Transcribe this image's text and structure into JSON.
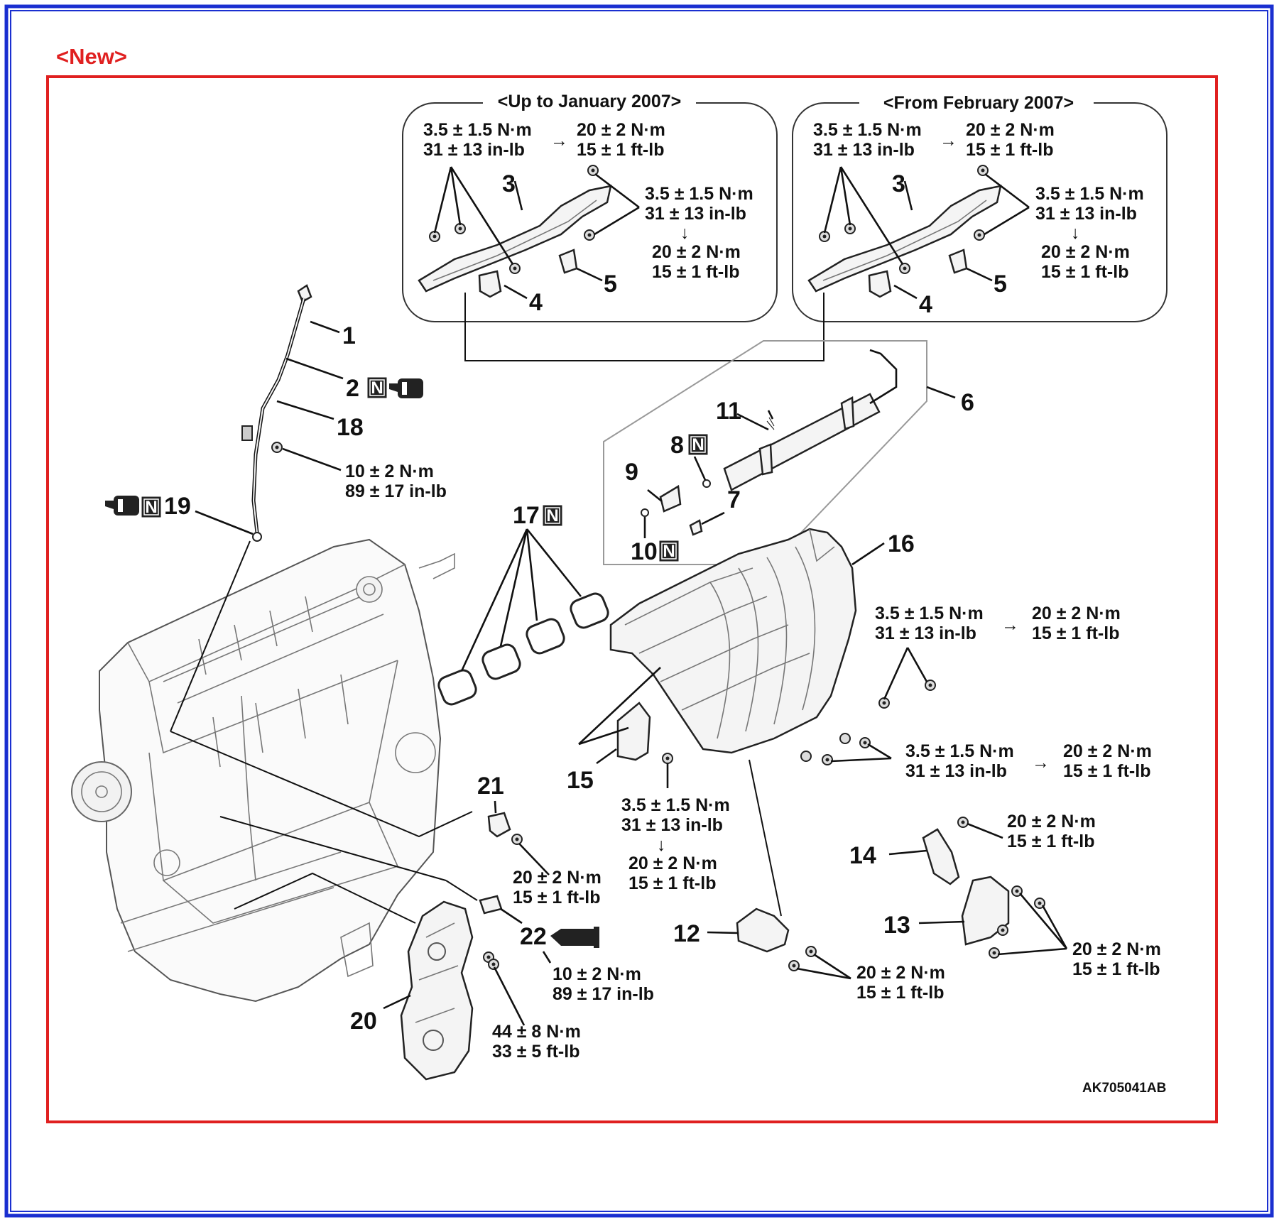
{
  "new_tag": "<New>",
  "figure_code": "AK705041AB",
  "insets": {
    "up_to": {
      "header": "<Up to January 2007>",
      "torque_a_1": "3.5 ± 1.5 N·m",
      "torque_a_2": "31 ± 13 in-lb",
      "torque_b_1": "20 ± 2 N·m",
      "torque_b_2": "15 ± 1 ft-lb",
      "torque_c_1": "3.5 ± 1.5 N·m",
      "torque_c_2": "31 ± 13 in-lb",
      "torque_d_1": "20 ± 2 N·m",
      "torque_d_2": "15 ± 1 ft-lb"
    },
    "from": {
      "header": "<From February 2007>",
      "torque_a_1": "3.5 ± 1.5 N·m",
      "torque_a_2": "31 ± 13 in-lb",
      "torque_b_1": "20 ± 2 N·m",
      "torque_b_2": "15 ± 1 ft-lb",
      "torque_c_1": "3.5 ± 1.5 N·m",
      "torque_c_2": "31 ± 13 in-lb",
      "torque_d_1": "20 ± 2 N·m",
      "torque_d_2": "15 ± 1 ft-lb"
    }
  },
  "arrow_symbol": "→",
  "down_arrow_symbol": "↓",
  "new_part_mark": "N",
  "callouts": {
    "n1": "1",
    "n2": "2",
    "n3": "3",
    "n4": "4",
    "n5": "5",
    "n6": "6",
    "n7": "7",
    "n8": "8",
    "n9": "9",
    "n10": "10",
    "n11": "11",
    "n12": "12",
    "n13": "13",
    "n14": "14",
    "n15": "15",
    "n16": "16",
    "n17": "17",
    "n18": "18",
    "n19": "19",
    "n20": "20",
    "n21": "21",
    "n22": "22"
  },
  "torques": {
    "dipstick_1": "10 ± 2 N·m",
    "dipstick_2": "89 ± 17 in-lb",
    "manifold_top_a1": "3.5 ± 1.5 N·m",
    "manifold_top_a2": "31 ± 13 in-lb",
    "manifold_top_b1": "20 ± 2 N·m",
    "manifold_top_b2": "15 ± 1 ft-lb",
    "manifold_mid_a1": "3.5 ± 1.5 N·m",
    "manifold_mid_a2": "31 ± 13 in-lb",
    "manifold_mid_b1": "20 ± 2 N·m",
    "manifold_mid_b2": "15 ± 1 ft-lb",
    "bracket15_a1": "3.5 ± 1.5 N·m",
    "bracket15_a2": "31 ± 13 in-lb",
    "bracket15_b1": "20 ± 2 N·m",
    "bracket15_b2": "15 ± 1 ft-lb",
    "p14_1": "20 ± 2 N·m",
    "p14_2": "15 ± 1 ft-lb",
    "p13_1": "20 ± 2 N·m",
    "p13_2": "15 ± 1 ft-lb",
    "p12_1": "20 ± 2 N·m",
    "p12_2": "15 ± 1 ft-lb",
    "p21_1": "20 ± 2 N·m",
    "p21_2": "15 ± 1 ft-lb",
    "p22_1": "10 ± 2 N·m",
    "p22_2": "89 ± 17 in-lb",
    "p20_1": "44 ± 8 N·m",
    "p20_2": "33 ± 5 ft-lb"
  },
  "colors": {
    "outer_frame": "#1a2fd0",
    "red_frame": "#e02020",
    "new_tag": "#e02020"
  },
  "icons": [
    "new-part-box-icon",
    "oil-can-icon",
    "sealant-tube-icon"
  ]
}
